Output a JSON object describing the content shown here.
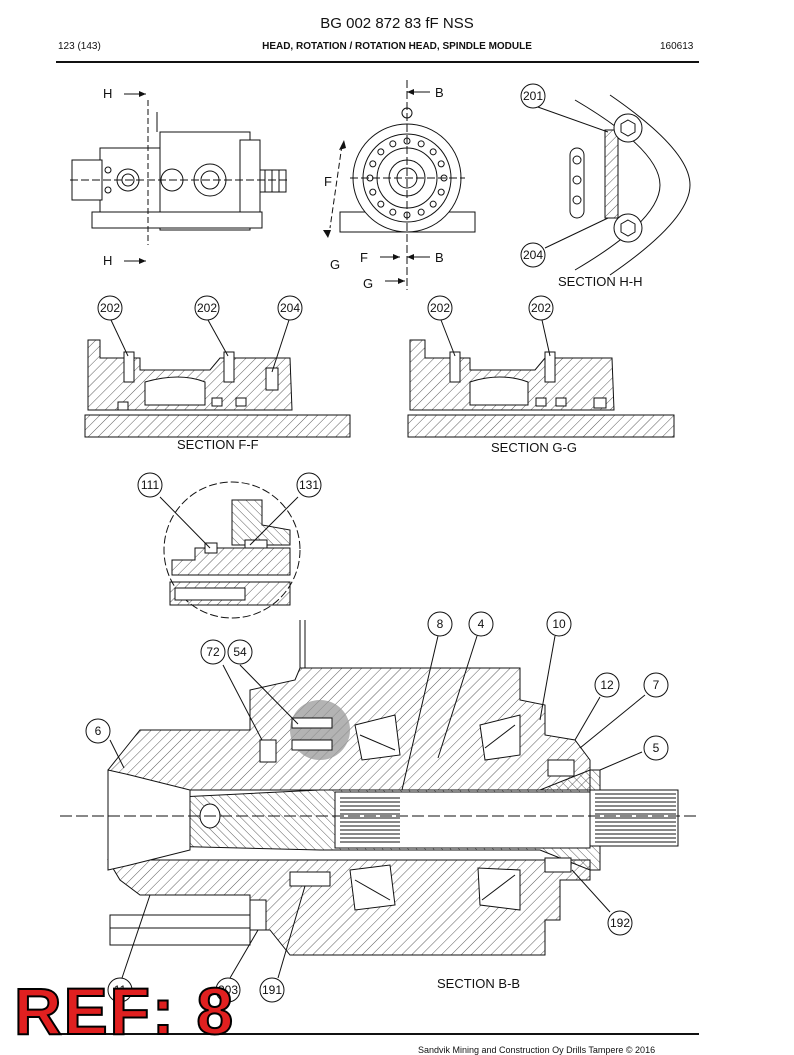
{
  "header": {
    "title": "BG 002 872 83 fF NSS",
    "page": "123 (143)",
    "subject": "HEAD, ROTATION / ROTATION HEAD, SPINDLE MODULE",
    "date": "160613"
  },
  "views": {
    "markers": {
      "h_top": "H",
      "h_bottom": "H",
      "b_top": "B",
      "b_bottom": "B",
      "f_left": "F",
      "f_bottom": "F",
      "g_left": "G",
      "g_bottom": "G"
    },
    "sections": {
      "hh": "SECTION H-H",
      "ff": "SECTION F-F",
      "gg": "SECTION G-G",
      "bb": "SECTION B-B"
    }
  },
  "callouts": {
    "hh_201": "201",
    "hh_204": "204",
    "ff_202a": "202",
    "ff_202b": "202",
    "ff_204": "204",
    "gg_202a": "202",
    "gg_202b": "202",
    "d_111": "111",
    "d_131": "131",
    "bb_8": "8",
    "bb_4": "4",
    "bb_10": "10",
    "bb_72": "72",
    "bb_54": "54",
    "bb_12": "12",
    "bb_7": "7",
    "bb_6": "6",
    "bb_5": "5",
    "bb_192": "192",
    "bb_11": "11",
    "bb_203": "203",
    "bb_191": "191"
  },
  "overlay": {
    "ref": "REF: 8",
    "ref_color": "#e02020"
  },
  "footer": {
    "copyright": "Sandvik Mining and Construction Oy Drills Tampere © 2016"
  }
}
